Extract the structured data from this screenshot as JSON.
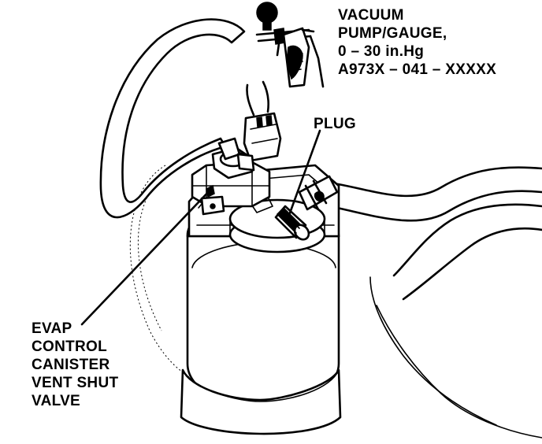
{
  "labels": {
    "pump_gauge": {
      "line1": "VACUUM",
      "line2": "PUMP/GAUGE,",
      "line3": "0 – 30 in.Hg",
      "line4": "A973X – 041 – XXXXX"
    },
    "plug": "PLUG",
    "vent_valve": {
      "line1": "EVAP",
      "line2": "CONTROL",
      "line3": "CANISTER",
      "line4": "VENT SHUT",
      "line5": "VALVE"
    }
  },
  "colors": {
    "ink": "#000000",
    "paper": "#ffffff"
  }
}
